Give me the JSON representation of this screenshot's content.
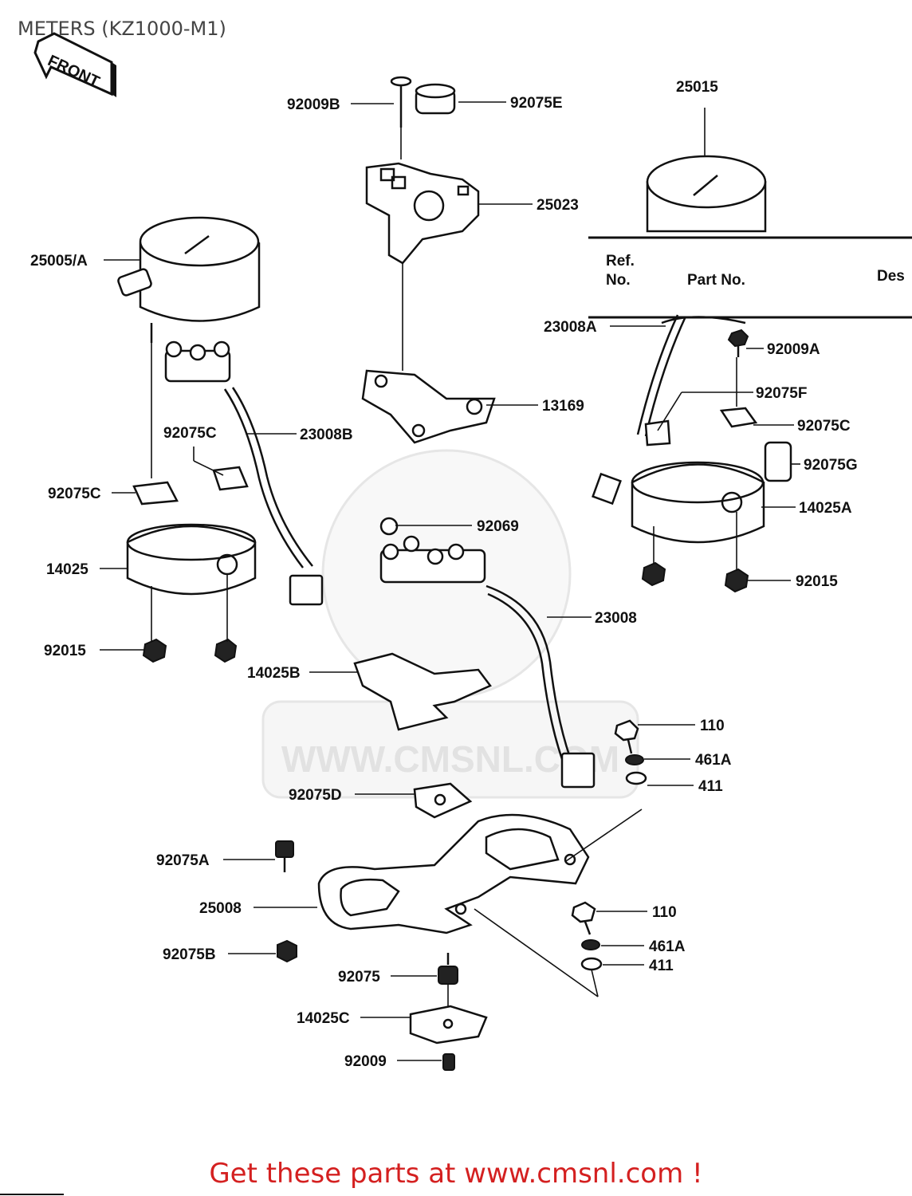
{
  "title": "METERS (KZ1000-M1)",
  "front_badge": "FRONT",
  "watermark": "WWW.CMSNL.COM",
  "table_header": {
    "ref_no_line1": "Ref.",
    "ref_no_line2": "No.",
    "part_no": "Part No.",
    "description": "Des"
  },
  "labels": {
    "l_92009B": "92009B",
    "l_92075E": "92075E",
    "l_25015": "25015",
    "l_25023": "25023",
    "l_25005A": "25005/A",
    "l_23008A": "23008A",
    "l_92009A": "92009A",
    "l_13169": "13169",
    "l_92075F": "92075F",
    "l_92075C_mid": "92075C",
    "l_23008B": "23008B",
    "l_92075C_right": "92075C",
    "l_92075G": "92075G",
    "l_92075C_left": "92075C",
    "l_92069": "92069",
    "l_14025A": "14025A",
    "l_14025": "14025",
    "l_92015_right": "92015",
    "l_23008": "23008",
    "l_92015_left": "92015",
    "l_14025B": "14025B",
    "l_110_top": "110",
    "l_461A_top": "461A",
    "l_92075D": "92075D",
    "l_411_top": "411",
    "l_92075A": "92075A",
    "l_25008": "25008",
    "l_110_bottom": "110",
    "l_92075B": "92075B",
    "l_461A_bottom": "461A",
    "l_92075": "92075",
    "l_411_bottom": "411",
    "l_14025C": "14025C",
    "l_92009": "92009"
  },
  "footer": "Get these parts at www.cmsnl.com !"
}
